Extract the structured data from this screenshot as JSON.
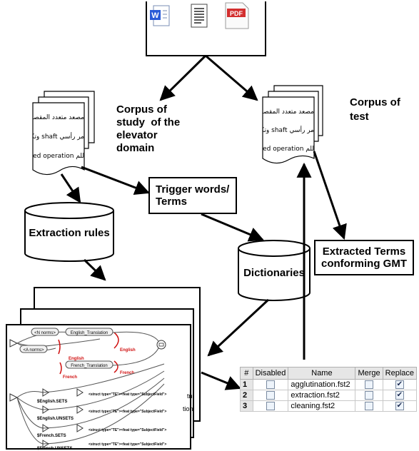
{
  "file_icons": {
    "doc_letter": "W",
    "pdf_label": "PDF"
  },
  "corpus_study": {
    "label": "Corpus of study of the elevator domain",
    "lines": [
      "Corpus of",
      "study  of the",
      "elevator",
      "domain"
    ],
    "doc_text": [
      "مصعد متعدد المقصورات",
      "مر رأسي shaft وتكون م",
      "للم degraded operation"
    ]
  },
  "corpus_test": {
    "label": "Corpus of test",
    "lines": [
      "Corpus of",
      "test"
    ],
    "doc_text": [
      "مصعد متعدد المقصورات",
      "مر رأسي shaft وتكون م",
      "للم degraded operation"
    ]
  },
  "trigger_box": {
    "lines": [
      "Trigger words/",
      "Terms"
    ]
  },
  "extraction_rules": {
    "label": "Extraction rules"
  },
  "dictionaries": {
    "label": "Dictionaries"
  },
  "extracted_terms": {
    "lines": [
      "Extracted Terms",
      "conforming GMT"
    ]
  },
  "graph": {
    "n_norms": "<N norms>",
    "a_norms": "<A norms>",
    "english_translation": "English_Translation",
    "french_translation": "French_Translation",
    "english": "English",
    "french": "French",
    "english_sets": "$English.SETS",
    "english_unsets": "$English.UNSETS",
    "french_sets": "$French.SETS",
    "french_unsets": "$French.UNSETS",
    "struct_text": "<struct type=\"TE\"><feat type=\"SubjectField\">",
    "side_tn": "tn",
    "side_tion": "tion"
  },
  "fst_table": {
    "headers": [
      "#",
      "Disabled",
      "Name",
      "Merge",
      "Replace"
    ],
    "rows": [
      {
        "num": "1",
        "name": "agglutination.fst2",
        "disabled": false,
        "merge": false,
        "replace": true
      },
      {
        "num": "2",
        "name": "extraction.fst2",
        "disabled": false,
        "merge": false,
        "replace": true
      },
      {
        "num": "3",
        "name": "cleaning.fst2",
        "disabled": false,
        "merge": false,
        "replace": true
      }
    ]
  },
  "colors": {
    "ink": "#000000",
    "word_blue": "#2a5bd7",
    "pdf_red": "#d32f2f",
    "graph_red": "#d01010"
  }
}
